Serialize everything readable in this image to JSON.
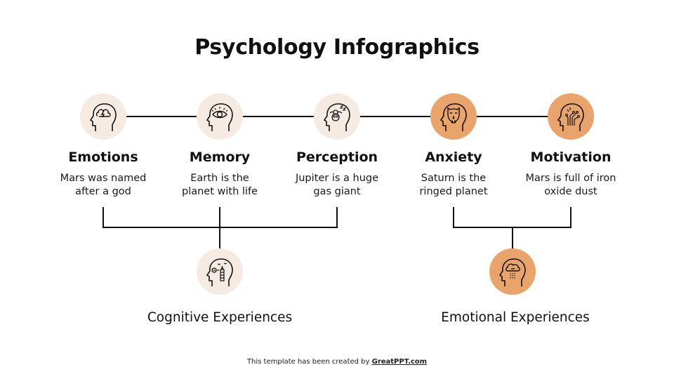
{
  "title": "Psychology Infographics",
  "colors": {
    "light_circle": "#f6ebe3",
    "orange_circle": "#e8a46b",
    "line": "#111111"
  },
  "items": [
    {
      "title": "Emotions",
      "desc_line1": "Mars was named",
      "desc_line2": "after a god",
      "icon": "head-storm-cloud-lightning-icon",
      "style": "light"
    },
    {
      "title": "Memory",
      "desc_line1": "Earth is the",
      "desc_line2": "planet with life",
      "icon": "head-eye-icon",
      "style": "light"
    },
    {
      "title": "Perception",
      "desc_line1": "Jupiter is a huge",
      "desc_line2": "gas giant",
      "icon": "head-sheep-sleep-icon",
      "style": "light"
    },
    {
      "title": "Anxiety",
      "desc_line1": "Saturn is the",
      "desc_line2": "ringed planet",
      "icon": "head-mask-tears-icon",
      "style": "orange"
    },
    {
      "title": "Motivation",
      "desc_line1": "Mars is full of iron",
      "desc_line2": "oxide dust",
      "icon": "head-circuit-icon",
      "style": "orange"
    }
  ],
  "groups": [
    {
      "label": "Cognitive Experiences",
      "icon": "head-target-lighthouse-icon",
      "style": "light"
    },
    {
      "label": "Emotional Experiences",
      "icon": "head-rain-cloud-icon",
      "style": "orange"
    }
  ],
  "footer": {
    "text": "This template has been created by ",
    "link": "GreatPPT.com"
  }
}
